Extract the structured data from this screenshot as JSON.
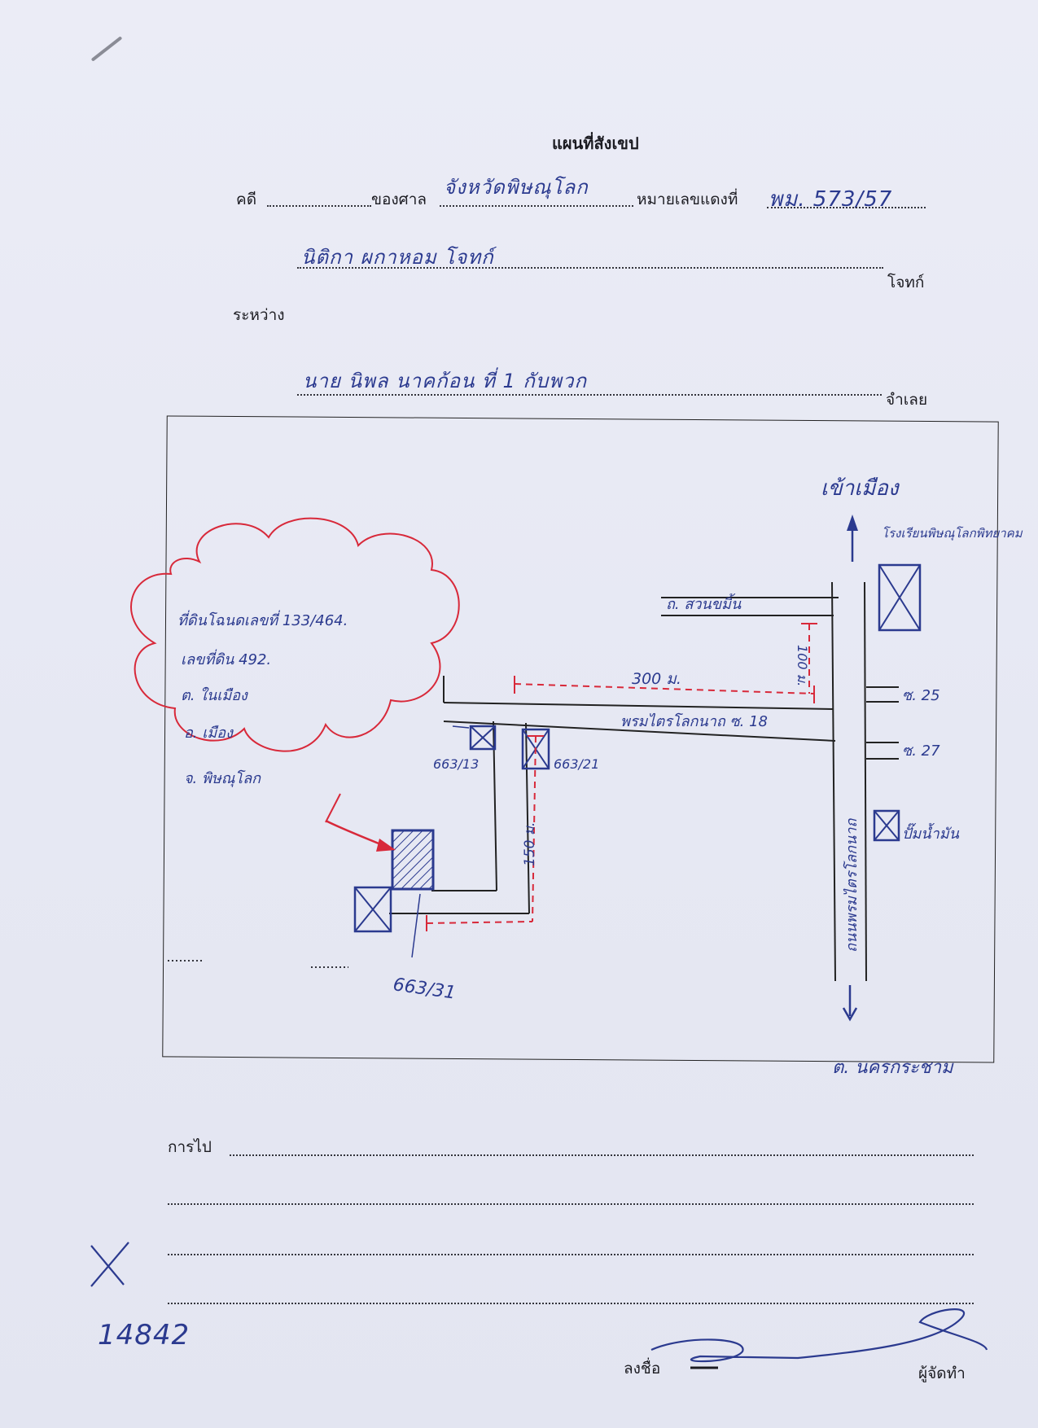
{
  "header": {
    "title": "แผนที่สังเขป",
    "case_label": "คดี",
    "court_label": "ของศาล",
    "court_value": "จังหวัดพิษณุโลก",
    "red_number_label": "หมายเลขแดงที่",
    "red_number_value": "พม. 573/57",
    "plaintiff_value": "นิติกา ผกาหอม โจทก์",
    "plaintiff_label": "โจทก์",
    "between_label": "ระหว่าง",
    "defendant_value": "นาย นิพล นาคก้อน ที่ 1 กับพวก",
    "defendant_label": "จำเลย"
  },
  "map": {
    "north_label": "เข้าเมือง",
    "south_label": "ต. นครกระชาม",
    "school_label": "โรงเรียนพิษณุโลกพิทยาคม",
    "road_suanmeng": "ถ. สวนขมิ้น",
    "soi_18": "พรมไตรโลกนาถ ซ. 18",
    "main_road": "ถนนพรมไตรโลกนาถ",
    "soi_25": "ซ. 25",
    "soi_27": "ซ. 27",
    "gas_station": "ปั๊มน้ำมัน",
    "dist_300": "300 ม.",
    "dist_100": "100 ม.",
    "dist_150": "150 ม.",
    "house_663_13": "663/13",
    "house_663_21": "663/21",
    "house_663_31": "663/31",
    "cloud_lines": [
      "ที่ดินโฉนดเลขที่ 133/464.",
      "เลขที่ดิน 492.",
      "ต. ในเมือง",
      "อ. เมือง",
      "จ. พิษณุโลก"
    ]
  },
  "footer": {
    "route_label": "การไป",
    "signature_label": "ลงชื่อ",
    "preparer_label": "ผู้จัดทำ"
  },
  "annotations": {
    "margin_number": "14842"
  },
  "colors": {
    "ink_blue": "#2b3a8f",
    "ink_red": "#d8293a",
    "printed": "#1c1c22"
  }
}
